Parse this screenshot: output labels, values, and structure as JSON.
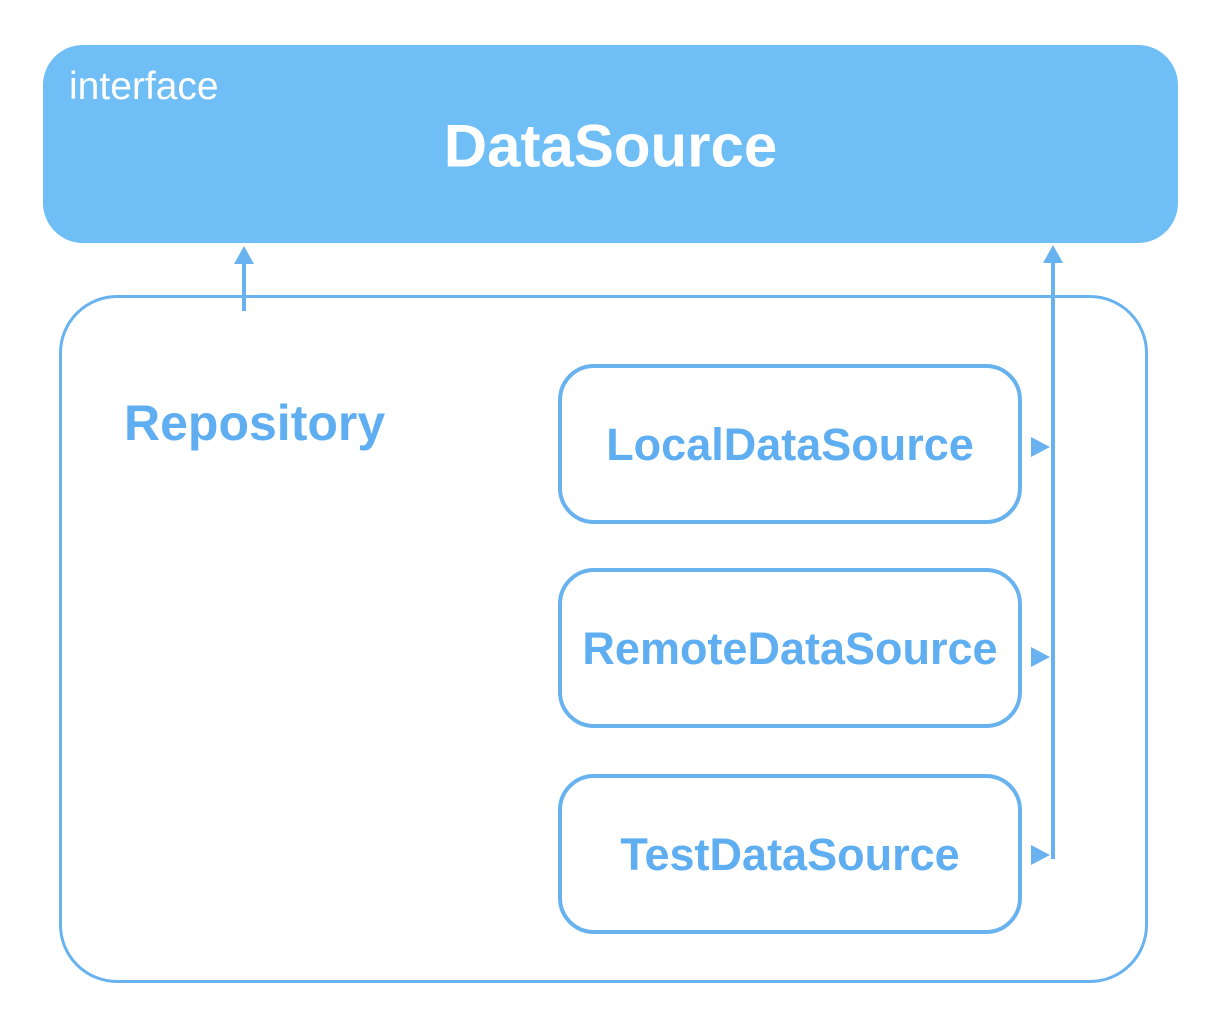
{
  "diagram": {
    "interface_box": {
      "stereotype": "interface",
      "title": "DataSource"
    },
    "repository_box": {
      "title": "Repository"
    },
    "datasources": [
      {
        "label": "LocalDataSource"
      },
      {
        "label": "RemoteDataSource"
      },
      {
        "label": "TestDataSource"
      }
    ],
    "relations": [
      {
        "from": "Repository",
        "to": "DataSource"
      },
      {
        "from": "LocalDataSource",
        "to": "DataSource"
      },
      {
        "from": "RemoteDataSource",
        "to": "DataSource"
      },
      {
        "from": "TestDataSource",
        "to": "DataSource"
      }
    ],
    "colors": {
      "fill_blue": "#6FBEF6",
      "stroke_blue": "#68B3EF",
      "text_blue": "#5FAEF1",
      "text_white": "#FFFFFF",
      "background": "#FFFFFF"
    }
  }
}
